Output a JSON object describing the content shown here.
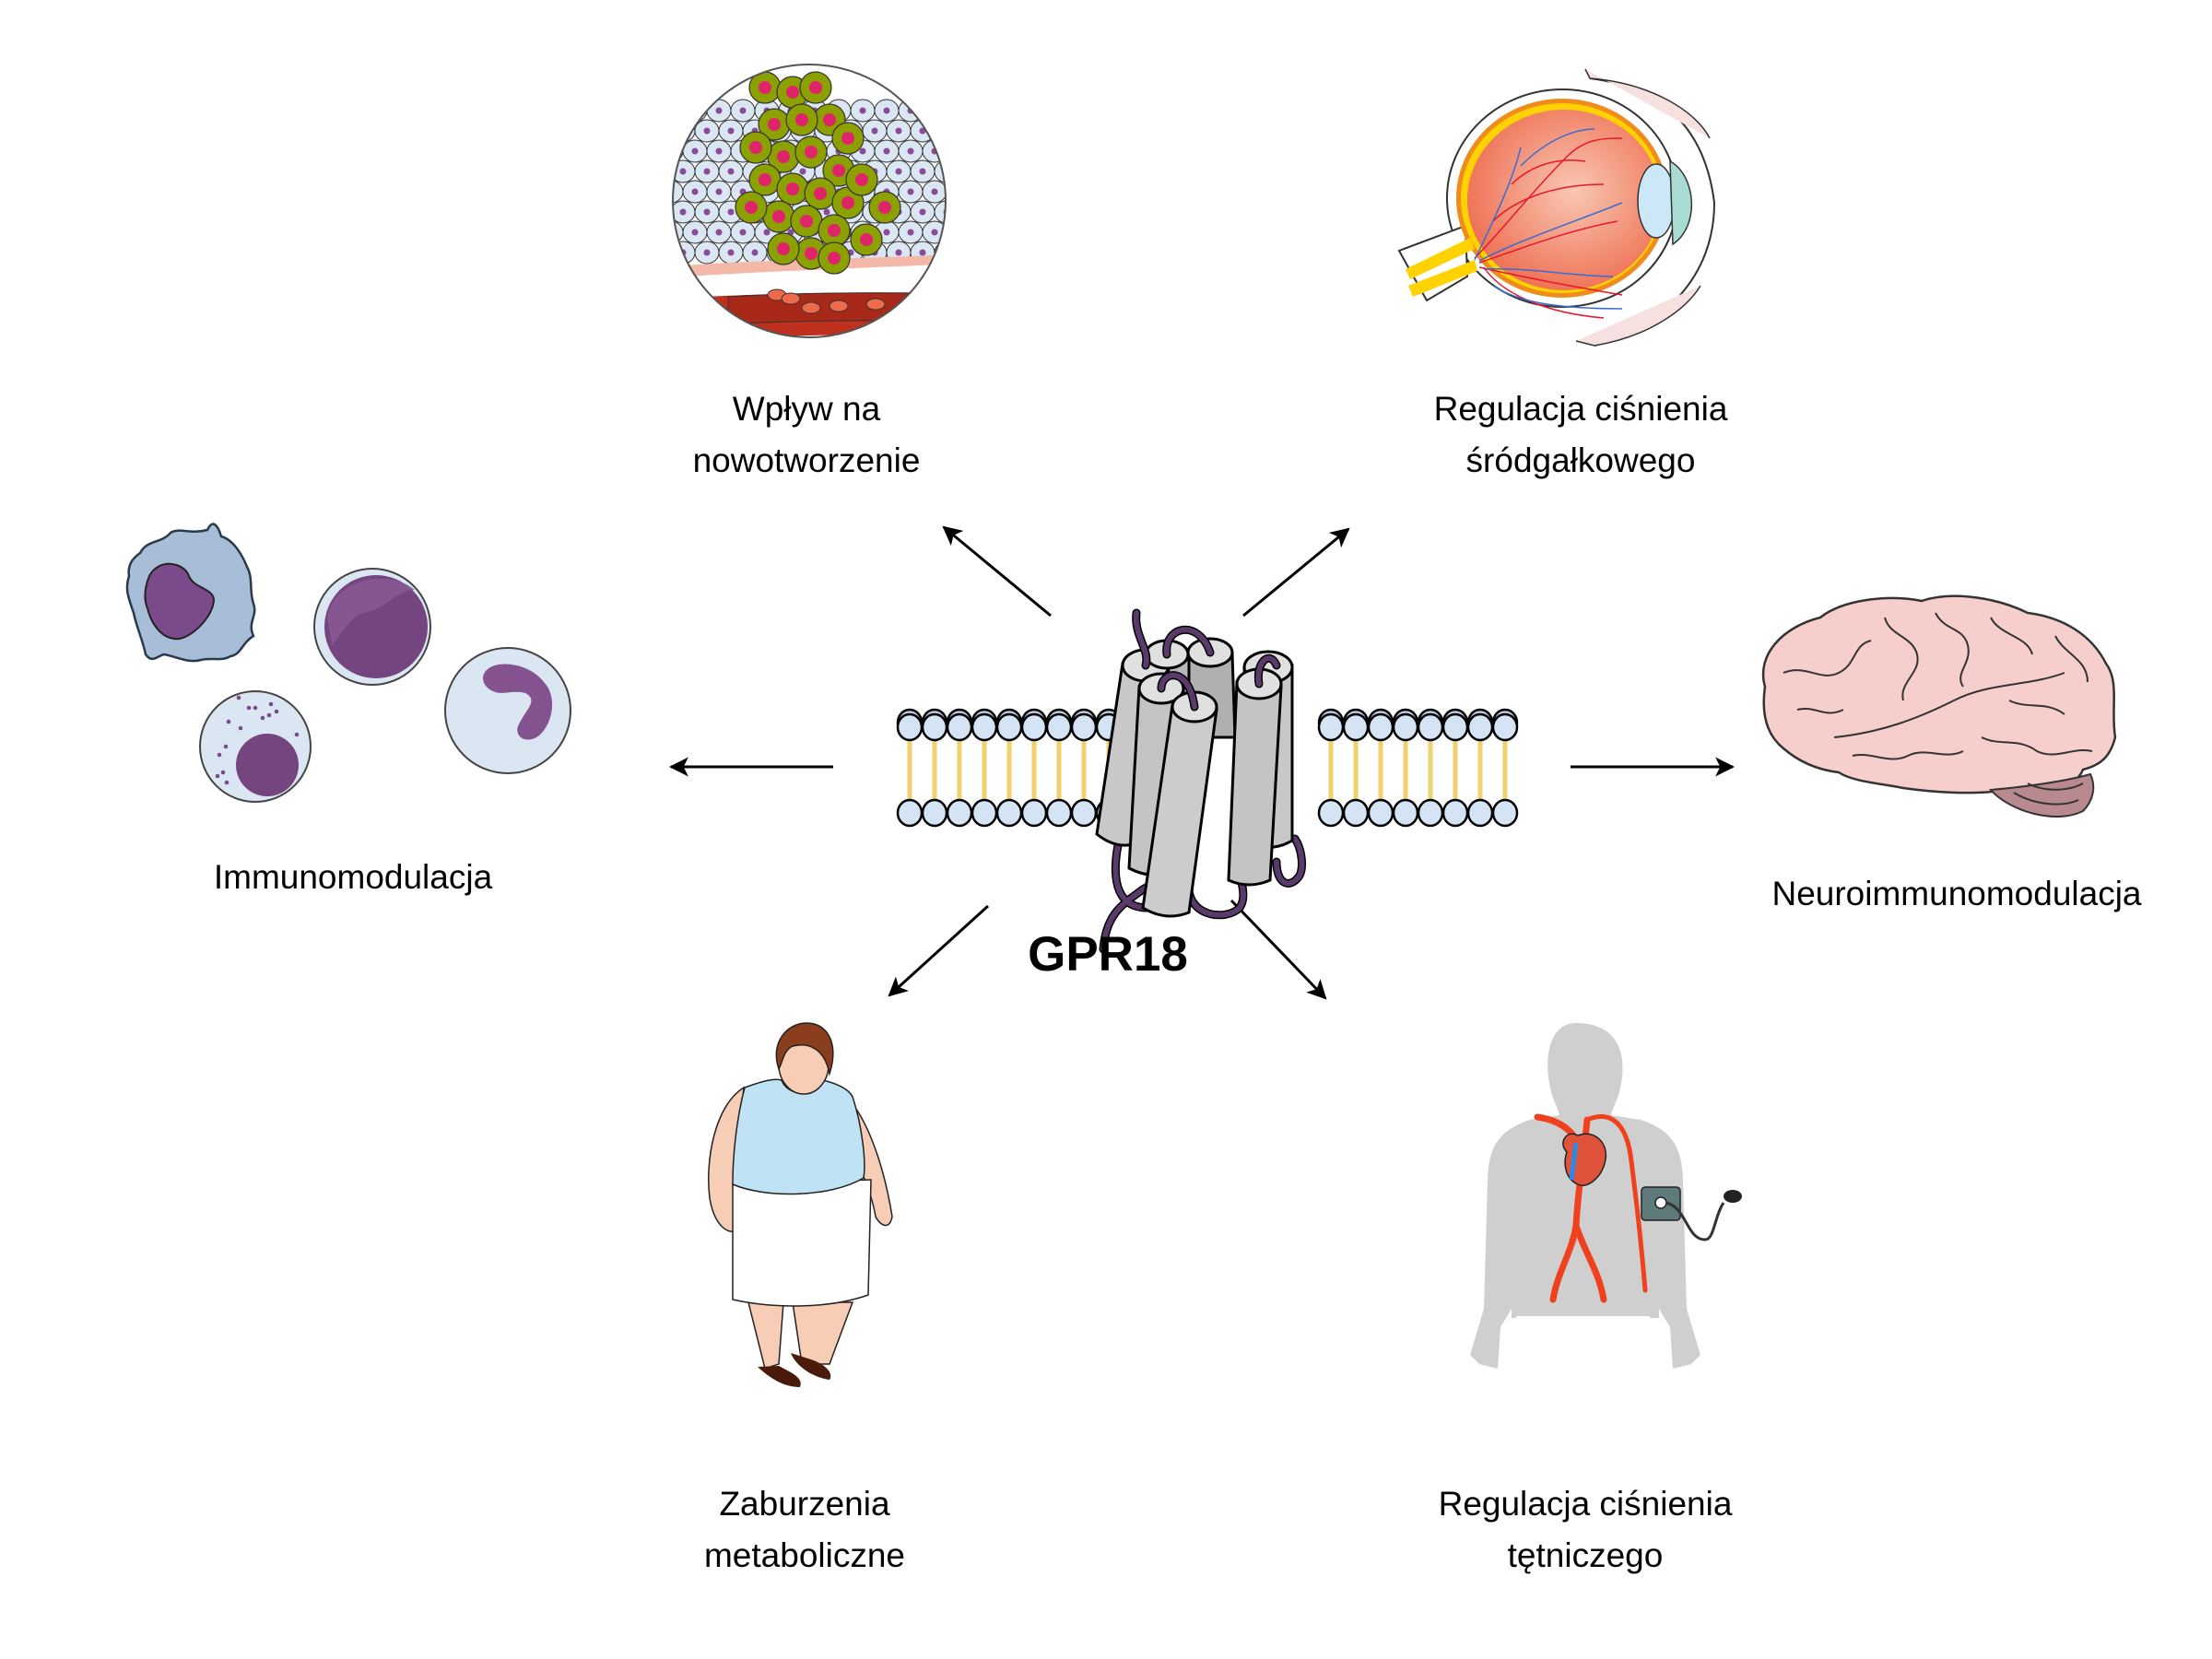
{
  "diagram": {
    "title": "GPR18",
    "center": {
      "label": "GPR18",
      "icon": "gpcr-receptor-in-membrane-icon"
    },
    "colors": {
      "arrow": "#000000",
      "membrane_head": "#d4e4f4",
      "membrane_tail": "#f2d06b",
      "receptor": "#c8c8c8",
      "receptor_loop": "#5a3a6b",
      "tumor_cell": "#8ca000",
      "tumor_nucleus": "#e0246c",
      "normal_cell": "#dbe6f3",
      "brain": "#f6cfcc",
      "cerebellum": "#b88a90",
      "artery": "#f0411e",
      "body_silhouette": "#cfcfcf"
    },
    "effects": [
      {
        "id": "tumor",
        "lines": [
          "Wpływ na",
          "nowotworzenie"
        ],
        "icon": "tumor-cells-icon",
        "direction": "up-left"
      },
      {
        "id": "iop",
        "lines": [
          "Regulacja ciśnienia",
          "śródgałkowego"
        ],
        "icon": "eye-cross-section-icon",
        "direction": "up-right"
      },
      {
        "id": "immuno",
        "lines": [
          "Immunomodulacja"
        ],
        "icon": "immune-cells-icon",
        "direction": "left"
      },
      {
        "id": "neuroimmuno",
        "lines": [
          "Neuroimmunomodulacja"
        ],
        "icon": "brain-icon",
        "direction": "right"
      },
      {
        "id": "metabolic",
        "lines": [
          "Zaburzenia",
          "metaboliczne"
        ],
        "icon": "obese-woman-icon",
        "direction": "down-left"
      },
      {
        "id": "bp",
        "lines": [
          "Regulacja ciśnienia",
          "tętniczego"
        ],
        "icon": "blood-pressure-body-icon",
        "direction": "down-right"
      }
    ]
  }
}
